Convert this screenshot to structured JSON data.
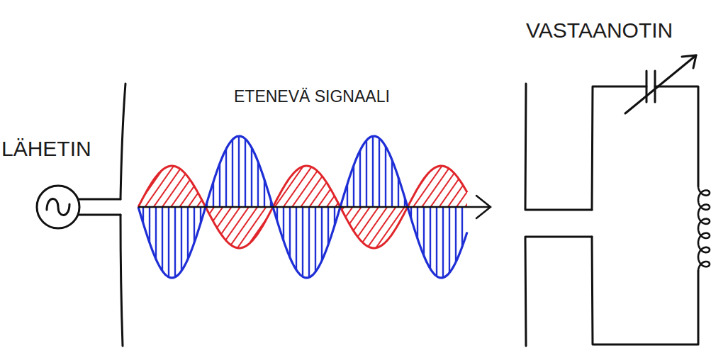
{
  "diagram": {
    "labels": [
      "LÄHETIN",
      "ETENEVÄ SIGNAALI",
      "VASTAANOTIN"
    ]
  }
}
